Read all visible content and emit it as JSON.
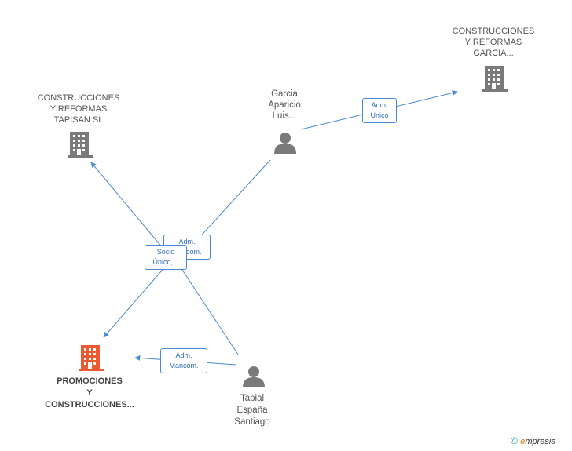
{
  "nodes": {
    "tapisan": {
      "label_lines": [
        "CONSTRUCCIONES",
        "Y REFORMAS",
        "TAPISAN  SL"
      ],
      "type": "company",
      "color": "#7a7a7a"
    },
    "garcia_co": {
      "label_lines": [
        "CONSTRUCCIONES",
        "Y REFORMAS",
        "GARCIA..."
      ],
      "type": "company",
      "color": "#7a7a7a"
    },
    "garcia_person": {
      "label_lines": [
        "Garcia",
        "Aparicio",
        "Luis..."
      ],
      "type": "person",
      "color": "#7a7a7a"
    },
    "promociones": {
      "label_lines": [
        "PROMOCIONES",
        "Y",
        "CONSTRUCCIONES..."
      ],
      "type": "company",
      "color": "#ee5a2f"
    },
    "tapial": {
      "label_lines": [
        "Tapial",
        "España",
        "Santiago"
      ],
      "type": "person",
      "color": "#7a7a7a"
    }
  },
  "edges": {
    "adm_unico": {
      "lines": [
        "Adm.",
        "Unico"
      ]
    },
    "adm_mancom_top": {
      "lines": [
        "Adm.",
        "Mancom."
      ]
    },
    "socio_unico": {
      "lines": [
        "Socio",
        "Único,..."
      ]
    },
    "adm_mancom_bottom": {
      "lines": [
        "Adm.",
        "Mancom."
      ]
    }
  },
  "footer": {
    "copyright": "©",
    "brand_first": "e",
    "brand_rest": "mpresia"
  },
  "colors": {
    "edge": "#4a88cf",
    "company": "#7a7a7a",
    "focus_company": "#ee5a2f",
    "person": "#7a7a7a"
  }
}
